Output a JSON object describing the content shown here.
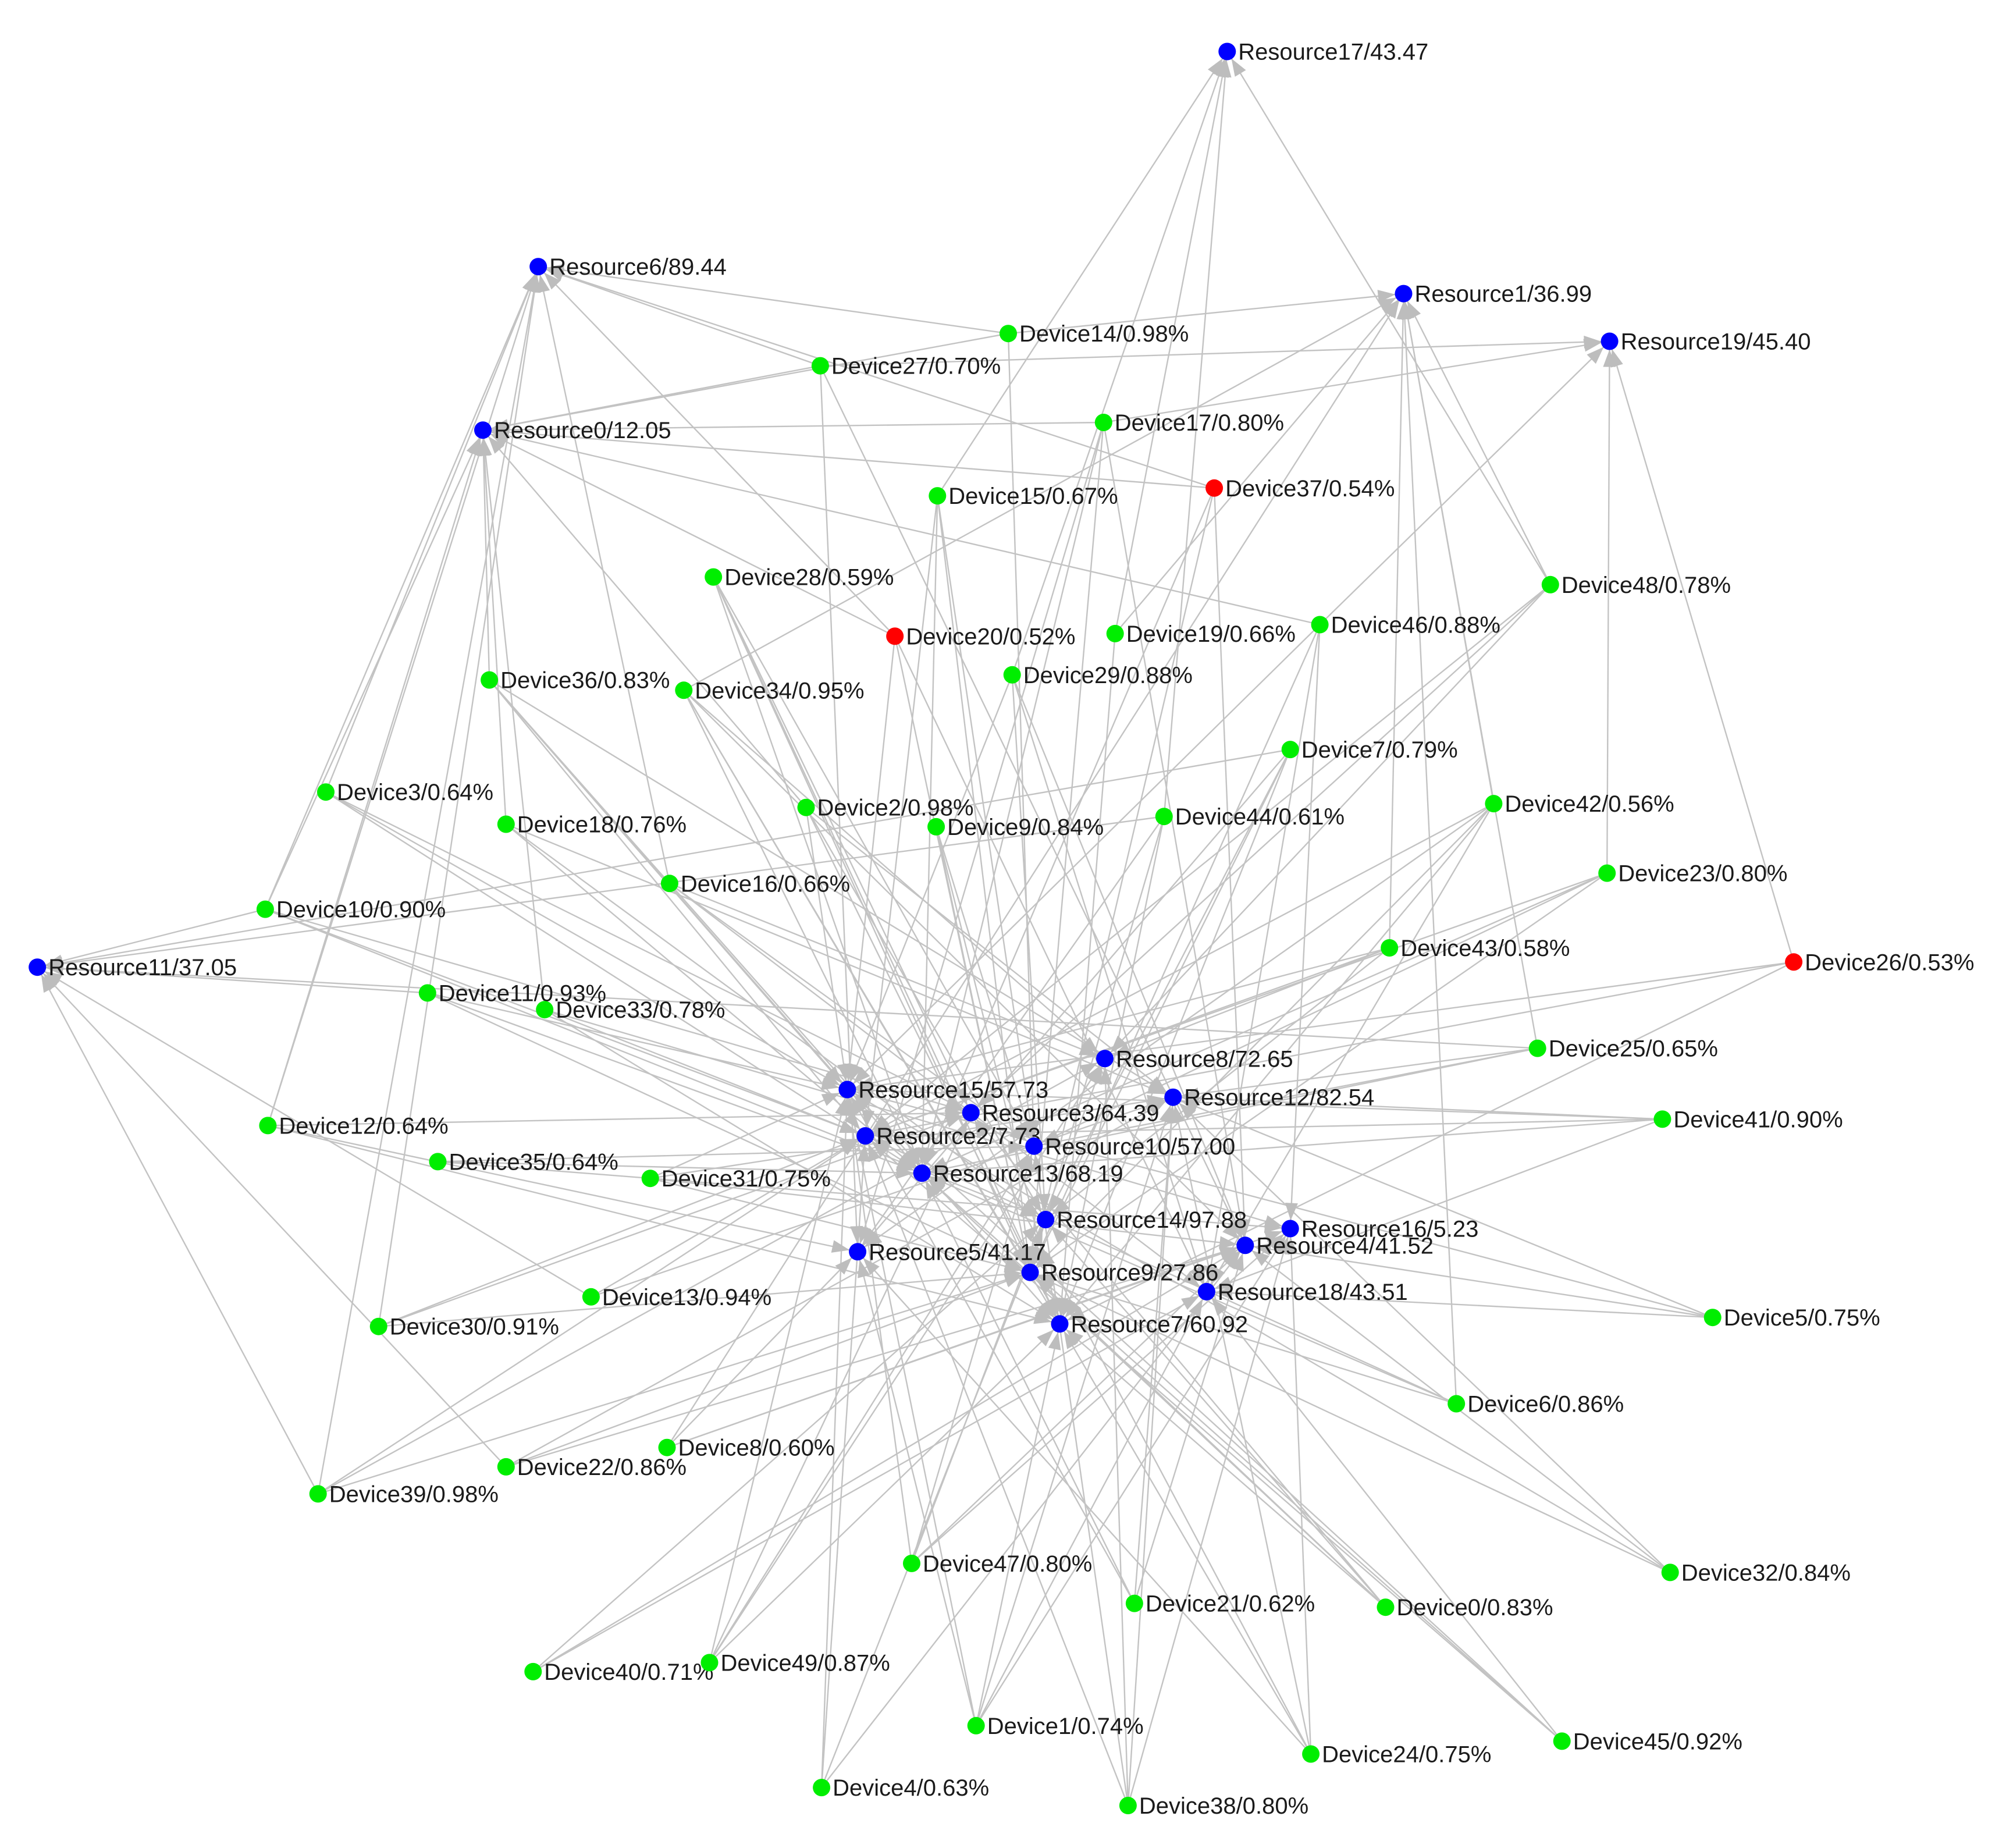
{
  "colors": {
    "background": "#ffffff",
    "edge": "#c3c3c3",
    "resource_node": "#0000ff",
    "device_node_normal": "#00ee00",
    "device_node_alert": "#ff0000",
    "label": "#1a1a1a"
  },
  "graph": {
    "nodes": [
      {
        "id": "Resource0",
        "label": "Resource0/12.05",
        "kind": "resource"
      },
      {
        "id": "Resource1",
        "label": "Resource1/36.99",
        "kind": "resource"
      },
      {
        "id": "Resource2",
        "label": "Resource2/7.73",
        "kind": "resource"
      },
      {
        "id": "Resource3",
        "label": "Resource3/64.39",
        "kind": "resource"
      },
      {
        "id": "Resource4",
        "label": "Resource4/41.52",
        "kind": "resource"
      },
      {
        "id": "Resource5",
        "label": "Resource5/41.17",
        "kind": "resource"
      },
      {
        "id": "Resource6",
        "label": "Resource6/89.44",
        "kind": "resource"
      },
      {
        "id": "Resource7",
        "label": "Resource7/60.92",
        "kind": "resource"
      },
      {
        "id": "Resource8",
        "label": "Resource8/72.65",
        "kind": "resource"
      },
      {
        "id": "Resource9",
        "label": "Resource9/27.86",
        "kind": "resource"
      },
      {
        "id": "Resource10",
        "label": "Resource10/57.00",
        "kind": "resource"
      },
      {
        "id": "Resource11",
        "label": "Resource11/37.05",
        "kind": "resource"
      },
      {
        "id": "Resource12",
        "label": "Resource12/82.54",
        "kind": "resource"
      },
      {
        "id": "Resource13",
        "label": "Resource13/68.19",
        "kind": "resource"
      },
      {
        "id": "Resource14",
        "label": "Resource14/97.88",
        "kind": "resource"
      },
      {
        "id": "Resource15",
        "label": "Resource15/57.73",
        "kind": "resource"
      },
      {
        "id": "Resource16",
        "label": "Resource16/5.23",
        "kind": "resource"
      },
      {
        "id": "Resource17",
        "label": "Resource17/43.47",
        "kind": "resource"
      },
      {
        "id": "Resource18",
        "label": "Resource18/43.51",
        "kind": "resource"
      },
      {
        "id": "Resource19",
        "label": "Resource19/45.40",
        "kind": "resource"
      },
      {
        "id": "Device0",
        "label": "Device0/0.83%",
        "kind": "device"
      },
      {
        "id": "Device1",
        "label": "Device1/0.74%",
        "kind": "device"
      },
      {
        "id": "Device2",
        "label": "Device2/0.98%",
        "kind": "device"
      },
      {
        "id": "Device3",
        "label": "Device3/0.64%",
        "kind": "device"
      },
      {
        "id": "Device4",
        "label": "Device4/0.63%",
        "kind": "device"
      },
      {
        "id": "Device5",
        "label": "Device5/0.75%",
        "kind": "device"
      },
      {
        "id": "Device6",
        "label": "Device6/0.86%",
        "kind": "device"
      },
      {
        "id": "Device7",
        "label": "Device7/0.79%",
        "kind": "device"
      },
      {
        "id": "Device8",
        "label": "Device8/0.60%",
        "kind": "device"
      },
      {
        "id": "Device9",
        "label": "Device9/0.84%",
        "kind": "device"
      },
      {
        "id": "Device10",
        "label": "Device10/0.90%",
        "kind": "device"
      },
      {
        "id": "Device11",
        "label": "Device11/0.93%",
        "kind": "device"
      },
      {
        "id": "Device12",
        "label": "Device12/0.64%",
        "kind": "device"
      },
      {
        "id": "Device13",
        "label": "Device13/0.94%",
        "kind": "device"
      },
      {
        "id": "Device14",
        "label": "Device14/0.98%",
        "kind": "device"
      },
      {
        "id": "Device15",
        "label": "Device15/0.67%",
        "kind": "device"
      },
      {
        "id": "Device16",
        "label": "Device16/0.66%",
        "kind": "device"
      },
      {
        "id": "Device17",
        "label": "Device17/0.80%",
        "kind": "device"
      },
      {
        "id": "Device18",
        "label": "Device18/0.76%",
        "kind": "device"
      },
      {
        "id": "Device19",
        "label": "Device19/0.66%",
        "kind": "device"
      },
      {
        "id": "Device20",
        "label": "Device20/0.52%",
        "kind": "device_alert"
      },
      {
        "id": "Device21",
        "label": "Device21/0.62%",
        "kind": "device"
      },
      {
        "id": "Device22",
        "label": "Device22/0.86%",
        "kind": "device"
      },
      {
        "id": "Device23",
        "label": "Device23/0.80%",
        "kind": "device"
      },
      {
        "id": "Device24",
        "label": "Device24/0.75%",
        "kind": "device"
      },
      {
        "id": "Device25",
        "label": "Device25/0.65%",
        "kind": "device"
      },
      {
        "id": "Device26",
        "label": "Device26/0.53%",
        "kind": "device_alert"
      },
      {
        "id": "Device27",
        "label": "Device27/0.70%",
        "kind": "device"
      },
      {
        "id": "Device28",
        "label": "Device28/0.59%",
        "kind": "device"
      },
      {
        "id": "Device29",
        "label": "Device29/0.88%",
        "kind": "device"
      },
      {
        "id": "Device30",
        "label": "Device30/0.91%",
        "kind": "device"
      },
      {
        "id": "Device31",
        "label": "Device31/0.75%",
        "kind": "device"
      },
      {
        "id": "Device32",
        "label": "Device32/0.84%",
        "kind": "device"
      },
      {
        "id": "Device33",
        "label": "Device33/0.78%",
        "kind": "device"
      },
      {
        "id": "Device34",
        "label": "Device34/0.95%",
        "kind": "device"
      },
      {
        "id": "Device35",
        "label": "Device35/0.64%",
        "kind": "device"
      },
      {
        "id": "Device36",
        "label": "Device36/0.83%",
        "kind": "device"
      },
      {
        "id": "Device37",
        "label": "Device37/0.54%",
        "kind": "device_alert"
      },
      {
        "id": "Device38",
        "label": "Device38/0.80%",
        "kind": "device"
      },
      {
        "id": "Device39",
        "label": "Device39/0.98%",
        "kind": "device"
      },
      {
        "id": "Device40",
        "label": "Device40/0.71%",
        "kind": "device"
      },
      {
        "id": "Device41",
        "label": "Device41/0.90%",
        "kind": "device"
      },
      {
        "id": "Device42",
        "label": "Device42/0.56%",
        "kind": "device"
      },
      {
        "id": "Device43",
        "label": "Device43/0.58%",
        "kind": "device"
      },
      {
        "id": "Device44",
        "label": "Device44/0.61%",
        "kind": "device"
      },
      {
        "id": "Device45",
        "label": "Device45/0.92%",
        "kind": "device"
      },
      {
        "id": "Device46",
        "label": "Device46/0.88%",
        "kind": "device"
      },
      {
        "id": "Device47",
        "label": "Device47/0.80%",
        "kind": "device"
      },
      {
        "id": "Device48",
        "label": "Device48/0.78%",
        "kind": "device"
      },
      {
        "id": "Device49",
        "label": "Device49/0.87%",
        "kind": "device"
      }
    ]
  }
}
